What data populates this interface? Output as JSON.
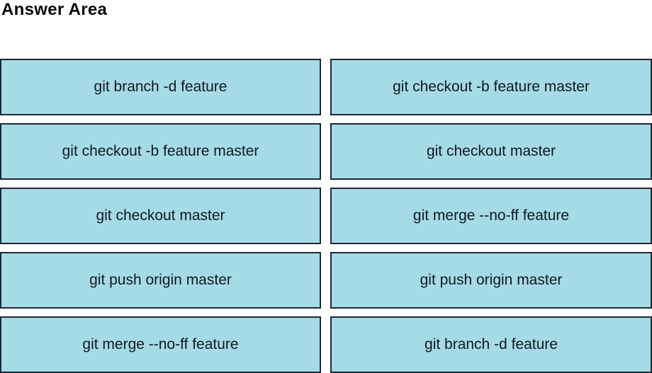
{
  "title": "Answer Area",
  "colors": {
    "box_bg": "#a5dbe7",
    "box_border": "#1e2833",
    "text": "#12181f"
  },
  "columns": {
    "left": [
      "git branch -d feature",
      "git checkout -b feature master",
      "git checkout master",
      "git push origin master",
      "git merge --no-ff feature"
    ],
    "right": [
      "git checkout -b feature master",
      "git checkout master",
      "git merge --no-ff feature",
      "git push origin master",
      "git branch -d feature"
    ]
  }
}
